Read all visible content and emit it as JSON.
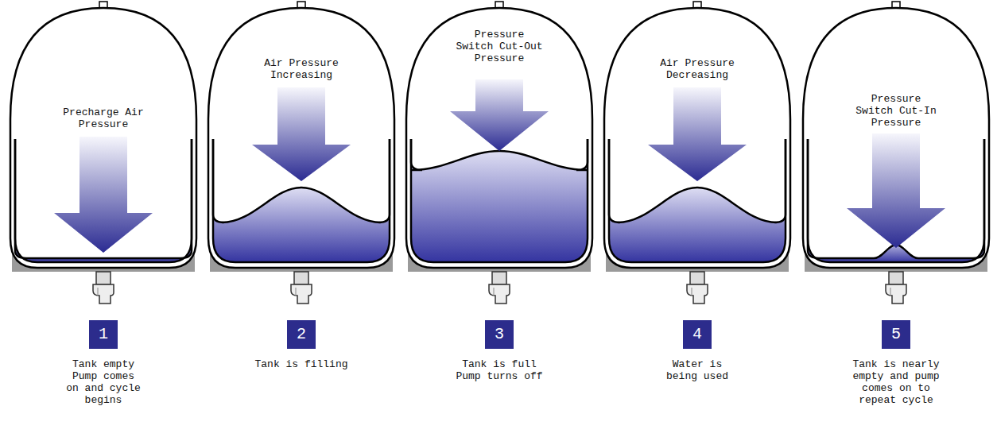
{
  "diagram": {
    "nodes": [
      {
        "text": [
          "Precharge Air Pressure"
        ]
      },
      {
        "text": [
          "Air Pressure Increasing"
        ]
      },
      {
        "text": [
          "Pressure Switch Cut-Out Pressure"
        ]
      },
      {
        "text": [
          "Air Pressure Decreasing"
        ]
      },
      {
        "text": [
          "Pressure Switch Cut-In Pressure"
        ]
      },
      {
        "text": [
          "1"
        ]
      },
      {
        "text": [
          "2"
        ]
      },
      {
        "text": [
          "3"
        ]
      },
      {
        "text": [
          "4"
        ]
      },
      {
        "text": [
          "5"
        ]
      }
    ],
    "labels": [
      "Tank empty Pump comes on and cycle begins",
      "Tank is filling",
      "Tank is full Pump turns off",
      "Water is being used",
      "Tank is nearly empty and pump comes on to repeat cycle"
    ]
  }
}
